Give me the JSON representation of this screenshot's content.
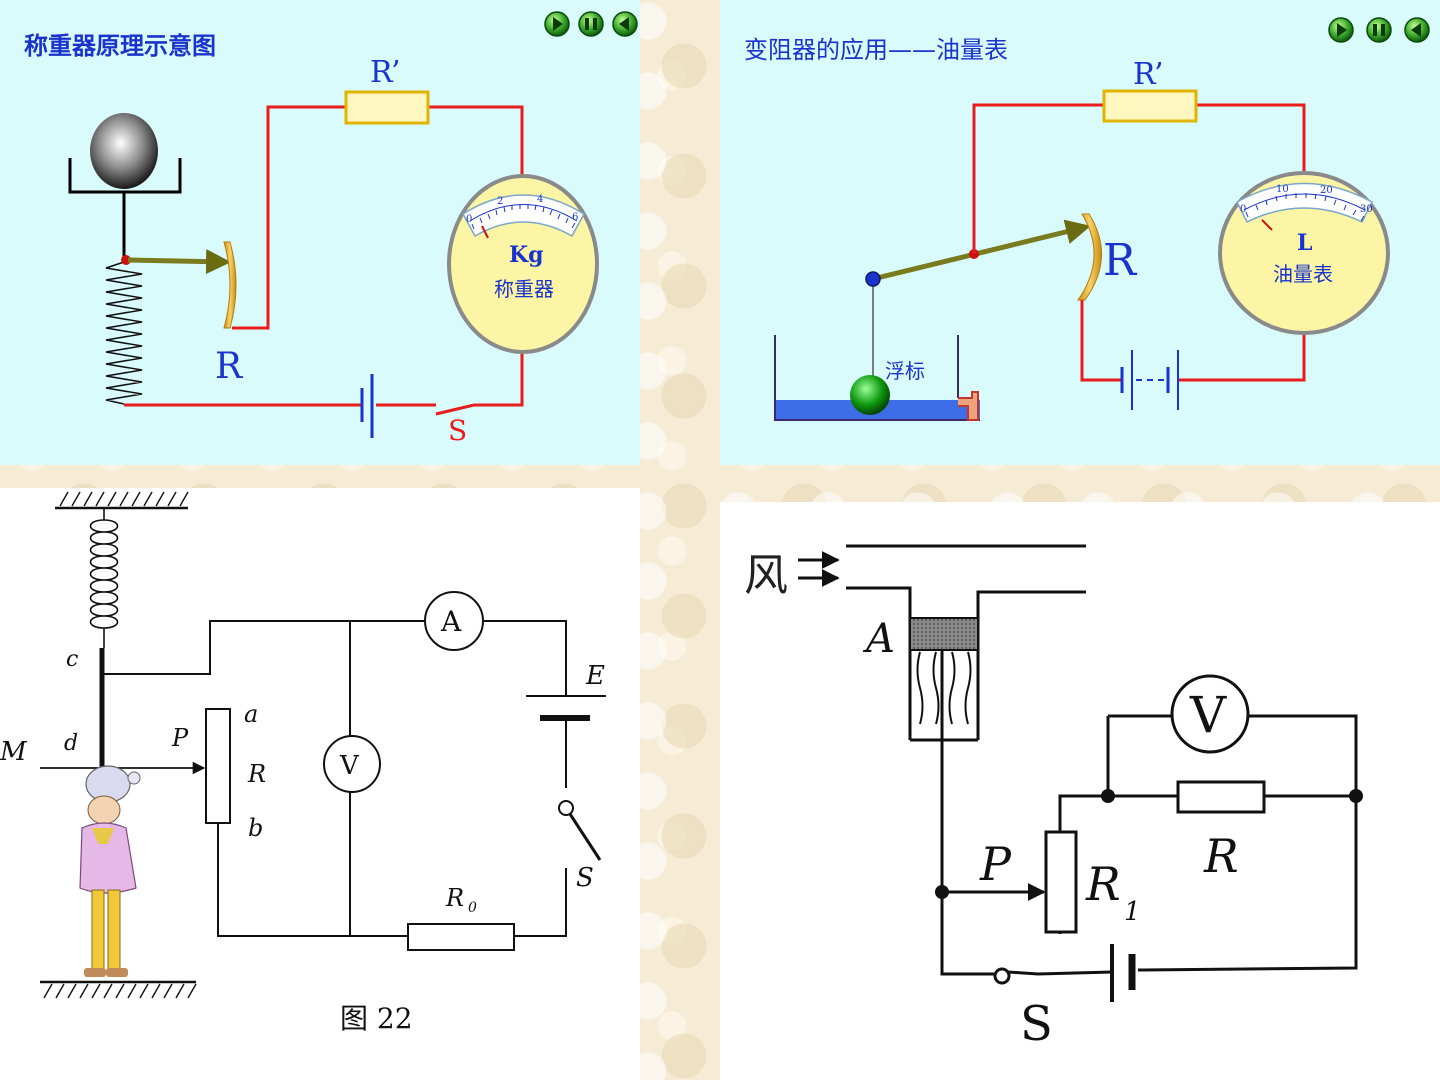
{
  "panel1": {
    "title": "称重器原理示意图",
    "label_r_prime": "R’",
    "label_r": "R",
    "label_s": "S",
    "meter_unit": "Kg",
    "meter_name": "称重器",
    "meter_ticks": [
      "0",
      "2",
      "4",
      "6"
    ],
    "controls": [
      "play-icon",
      "pause-icon",
      "back-icon"
    ]
  },
  "panel2": {
    "title": "变阻器的应用——油量表",
    "label_r_prime": "R’",
    "label_r": "R",
    "float_label": "浮标",
    "meter_unit": "L",
    "meter_name": "油量表",
    "meter_ticks": [
      "0",
      "10",
      "20",
      "30"
    ],
    "controls": [
      "play-icon",
      "pause-icon",
      "back-icon"
    ]
  },
  "panel3": {
    "label_c": "c",
    "label_d": "d",
    "label_m": "M",
    "label_p": "P",
    "label_a": "a",
    "label_r": "R",
    "label_b": "b",
    "ammeter": "A",
    "voltmeter": "V",
    "label_e": "E",
    "label_s": "S",
    "label_r0": "R",
    "label_r0_sub": "0",
    "caption": "图 22"
  },
  "panel4": {
    "wind": "风",
    "label_a": "A",
    "voltmeter": "V",
    "label_r": "R",
    "label_p": "P",
    "label_r1": "R",
    "label_r1_sub": "1",
    "label_s": "S"
  },
  "colors": {
    "panel_bg": "#d9fbfb",
    "wire_red": "#e81c1c",
    "label_blue": "#1a33cc",
    "meter_face": "#fbf5a5",
    "resistor_yellow": "#f2d84a",
    "rod_olive": "#7a7a1e"
  }
}
